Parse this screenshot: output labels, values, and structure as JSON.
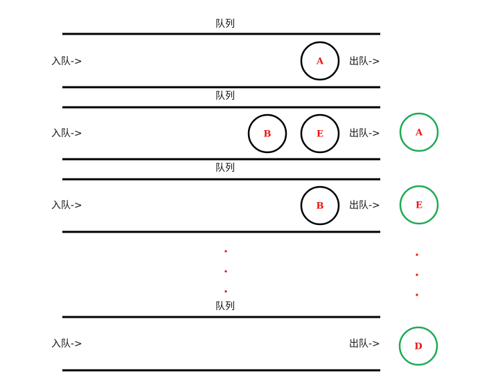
{
  "colors": {
    "line": "#000000",
    "queue_node_stroke": "#000000",
    "output_node_stroke": "#1faa55",
    "node_text": "#ee1111",
    "dot": "#ee1111"
  },
  "queues": [
    {
      "title": "队列",
      "enqueue_label": "入队->",
      "dequeue_label": "出队->",
      "nodes": [
        "A"
      ],
      "dequeued": ""
    },
    {
      "title": "队列",
      "enqueue_label": "入队->",
      "dequeue_label": "出队->",
      "nodes": [
        "B",
        "E"
      ],
      "dequeued": "A"
    },
    {
      "title": "队列",
      "enqueue_label": "入队->",
      "dequeue_label": "出队->",
      "nodes": [
        "B"
      ],
      "dequeued": "E"
    },
    {
      "title": "队列",
      "enqueue_label": "入队->",
      "dequeue_label": "出队->",
      "nodes": [],
      "dequeued": "D"
    }
  ],
  "ellipsis": {
    "queue_column": [
      "·",
      "·",
      "·"
    ],
    "output_column": [
      "·",
      "·",
      "·"
    ]
  }
}
